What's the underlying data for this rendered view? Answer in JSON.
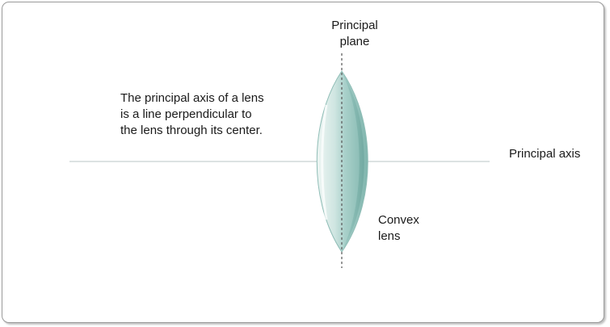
{
  "description": {
    "line1": "The principal axis of a lens",
    "line2": "is a line perpendicular to",
    "line3": "the lens through its center."
  },
  "principal_plane": {
    "line1": "Principal",
    "line2": "plane"
  },
  "principal_axis": "Principal axis",
  "lens": {
    "line1": "Convex",
    "line2": "lens"
  },
  "colors": {
    "lens_light": "#e3f0ee",
    "lens_mid": "#b7d8d3",
    "lens_dark": "#7fb5ad",
    "axis_line": "#b8c6c4",
    "dashed_line": "#555555"
  }
}
